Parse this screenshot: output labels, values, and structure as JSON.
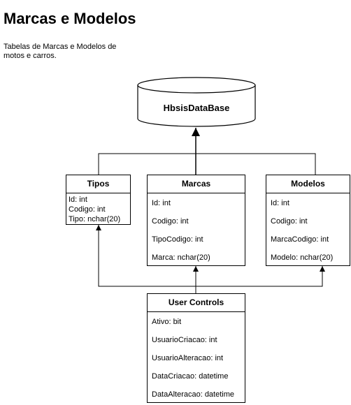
{
  "header": {
    "title": "Marcas e Modelos",
    "description": "Tabelas de Marcas e Modelos de motos e carros."
  },
  "database": {
    "label": "HbsisDataBase"
  },
  "tables": {
    "tipos": {
      "title": "Tipos",
      "fields": [
        "Id: int",
        "Codigo: int",
        "Tipo: nchar(20)"
      ]
    },
    "marcas": {
      "title": "Marcas",
      "fields": [
        "Id: int",
        "Codigo: int",
        "TipoCodigo: int",
        "Marca: nchar(20)"
      ]
    },
    "modelos": {
      "title": "Modelos",
      "fields": [
        "Id: int",
        "Codigo: int",
        "MarcaCodigo: int",
        "Modelo: nchar(20)"
      ]
    },
    "user_controls": {
      "title": "User Controls",
      "fields": [
        "Ativo: bit",
        "UsuarioCriacao: int",
        "UsuarioAlteracao: int",
        "DataCriacao: datetime",
        "DataAlteracao: datetime"
      ]
    }
  }
}
